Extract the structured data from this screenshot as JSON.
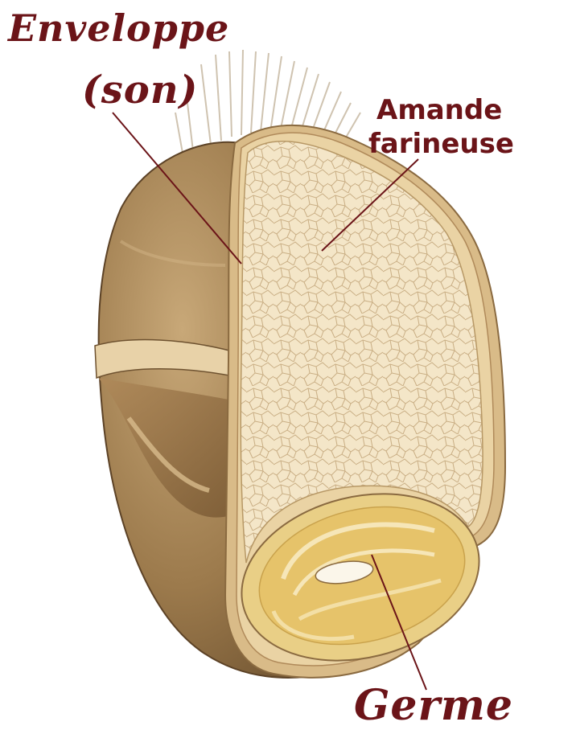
{
  "diagram": {
    "labels": {
      "envelope_line1": "Enveloppe",
      "envelope_line2": "(son)",
      "endosperm_line1": "Amande",
      "endosperm_line2": "farineuse",
      "germ": "Germe"
    },
    "colors": {
      "label_text": "#6b1418",
      "leader_line": "#6b1418",
      "outer_hull": "#8a6a40",
      "bran_layer": "#d9bb88",
      "endosperm": "#f4e6c8",
      "cell_network": "#c9ae84",
      "germ": "#e6c36a"
    }
  }
}
